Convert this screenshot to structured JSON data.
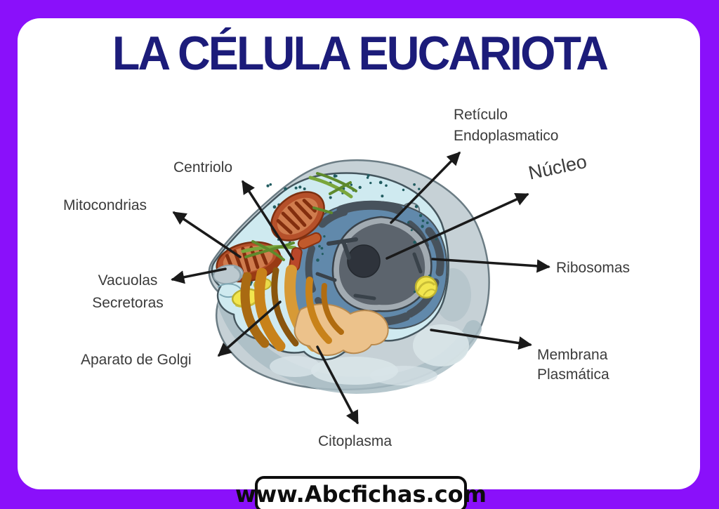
{
  "title": {
    "text": "LA CÉLULA EUCARIOTA"
  },
  "labels": {
    "reticulo": {
      "line1": "Retículo",
      "line2": "Endoplasmatico"
    },
    "nucleo": {
      "text": "Núcleo"
    },
    "centriolo": {
      "text": "Centriolo"
    },
    "mitocondrias": {
      "text": "Mitocondrias"
    },
    "vacuolas": {
      "line1": "Vacuolas",
      "line2": "Secretoras"
    },
    "golgi": {
      "text": "Aparato de Golgi"
    },
    "ribosomas": {
      "text": "Ribosomas"
    },
    "membrana": {
      "line1": "Membrana",
      "line2": "Plasmática"
    },
    "citoplasma": {
      "text": "Citoplasma"
    }
  },
  "watermark": {
    "text": "www.Abcfichas.com"
  },
  "colors": {
    "frame_purple": "#8a10fa",
    "title_navy": "#1c1c7a",
    "label_text": "#3b3b3b",
    "arrow_black": "#1a1a1a",
    "membrane_gray": "#c6d1d6",
    "membrane_shade": "#a9bdc4",
    "membrane_light": "#d8e4e8",
    "cytoplasm_cyan": "#cfeaf0",
    "ribosome_dot": "#215c60",
    "er_blue": "#6189ab",
    "er_dark": "#47525c",
    "nucleus_rim": "#a2abb2",
    "nucleus_gray": "#5c646d",
    "nucleolus_dark": "#2e333b",
    "mitochondria_red": "#b5502a",
    "mitochondria_inner": "#d07c4e",
    "mitochondria_stripe": "#832e0e",
    "golgi_orange": "#c8821a",
    "golgi_tan": "#ecc28b",
    "vacuole_yellow": "#f2e64e",
    "vacuole_gray": "#bcc9cf",
    "strand_green": "#7aa63c"
  }
}
